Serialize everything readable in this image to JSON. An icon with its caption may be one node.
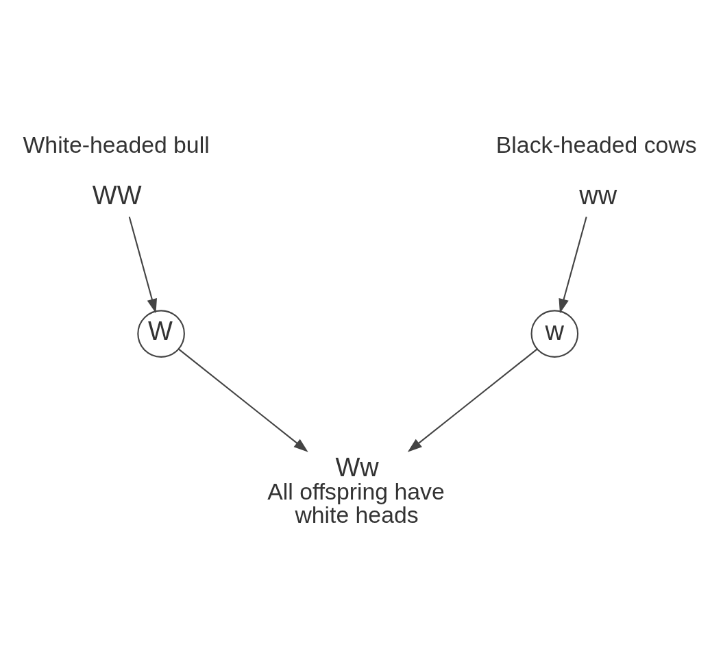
{
  "diagram": {
    "nodes": [
      {
        "text": [
          "WW"
        ],
        "beside": [
          "White-headed bull"
        ]
      },
      {
        "text": [
          "ww"
        ],
        "beside": [
          "Black-headed cows"
        ]
      },
      {
        "text": [
          "W"
        ]
      },
      {
        "text": [
          "w"
        ]
      },
      {
        "text": [
          "Ww"
        ],
        "beside": [
          "All offspring have white heads"
        ]
      }
    ],
    "edges": [
      {
        "from": 0,
        "to": 2,
        "arrow": "to"
      },
      {
        "from": 1,
        "to": 3,
        "arrow": "to"
      },
      {
        "from": 2,
        "to": 4,
        "arrow": "to"
      },
      {
        "from": 3,
        "to": 4,
        "arrow": "to"
      }
    ]
  }
}
